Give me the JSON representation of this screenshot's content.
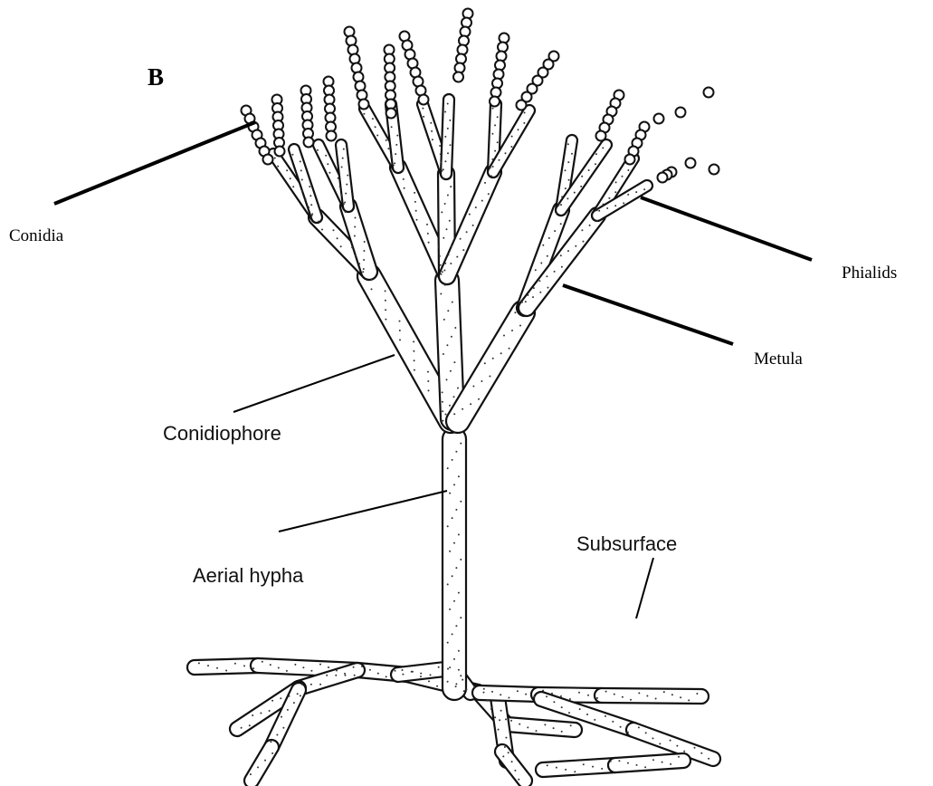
{
  "figure": {
    "panel_letter": "B",
    "labels": {
      "conidia": "Conidia",
      "phialids": "Phialids",
      "metula": "Metula",
      "conidiophore": "Conidiophore",
      "aerial_hypha": "Aerial hypha",
      "subsurface": "Subsurface"
    }
  }
}
